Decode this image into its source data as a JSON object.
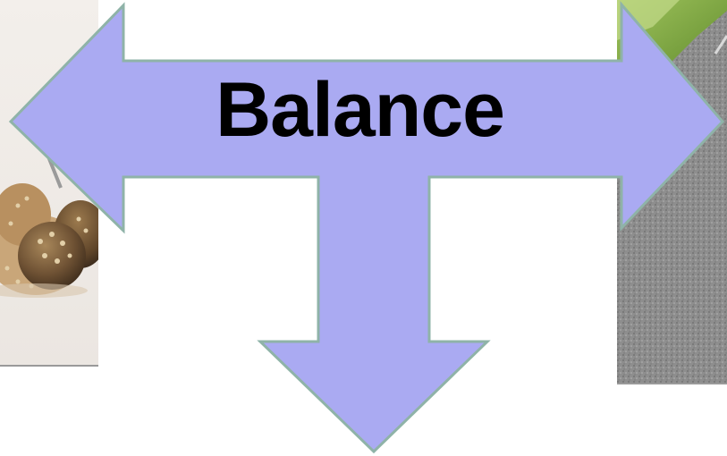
{
  "title": "Balance",
  "colors": {
    "arrow_fill": "#aaaaf2",
    "arrow_stroke": "#8fb3a8",
    "text": "#000000",
    "background": "#ffffff"
  },
  "images": {
    "left": "whole-grain-bread-and-oats-photo",
    "right": "asphalt-road-with-grass-photo"
  }
}
